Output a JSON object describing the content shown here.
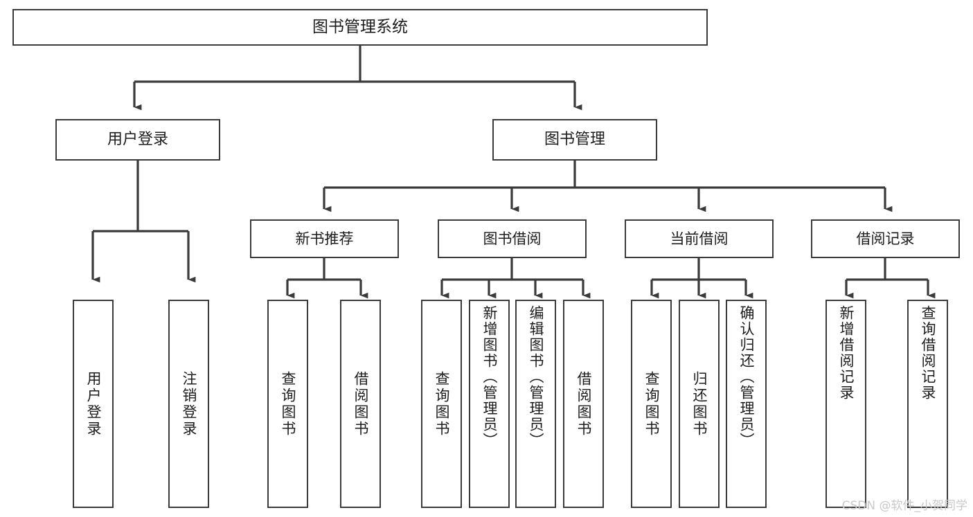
{
  "diagram": {
    "title": "图书管理系统",
    "type": "tree-hierarchy",
    "watermark": "CSDN @软件_小贺同学",
    "colors": {
      "box_border": "#3a3a3a",
      "connector": "#3a3a3a",
      "background": "#ffffff",
      "text": "#1c1c1c",
      "watermark": "#c9c9c9"
    },
    "root": {
      "label": "图书管理系统"
    },
    "level1": [
      {
        "label": "用户登录"
      },
      {
        "label": "图书管理"
      }
    ],
    "level2": [
      {
        "label": "新书推荐"
      },
      {
        "label": "图书借阅"
      },
      {
        "label": "当前借阅"
      },
      {
        "label": "借阅记录"
      }
    ],
    "leaves": {
      "user_login": [
        {
          "label": "用户登录"
        },
        {
          "label": "注销登录"
        }
      ],
      "new_book_recommend": [
        {
          "label": "查询图书"
        },
        {
          "label": "借阅图书"
        }
      ],
      "book_borrow": [
        {
          "label": "查询图书"
        },
        {
          "label": "新增图书（管理员）"
        },
        {
          "label": "编辑图书（管理员）"
        },
        {
          "label": "借阅图书"
        }
      ],
      "current_borrow": [
        {
          "label": "查询图书"
        },
        {
          "label": "归还图书"
        },
        {
          "label": "确认归还（管理员）"
        }
      ],
      "borrow_record": [
        {
          "label": "新增借阅记录"
        },
        {
          "label": "查询借阅记录"
        }
      ]
    }
  }
}
